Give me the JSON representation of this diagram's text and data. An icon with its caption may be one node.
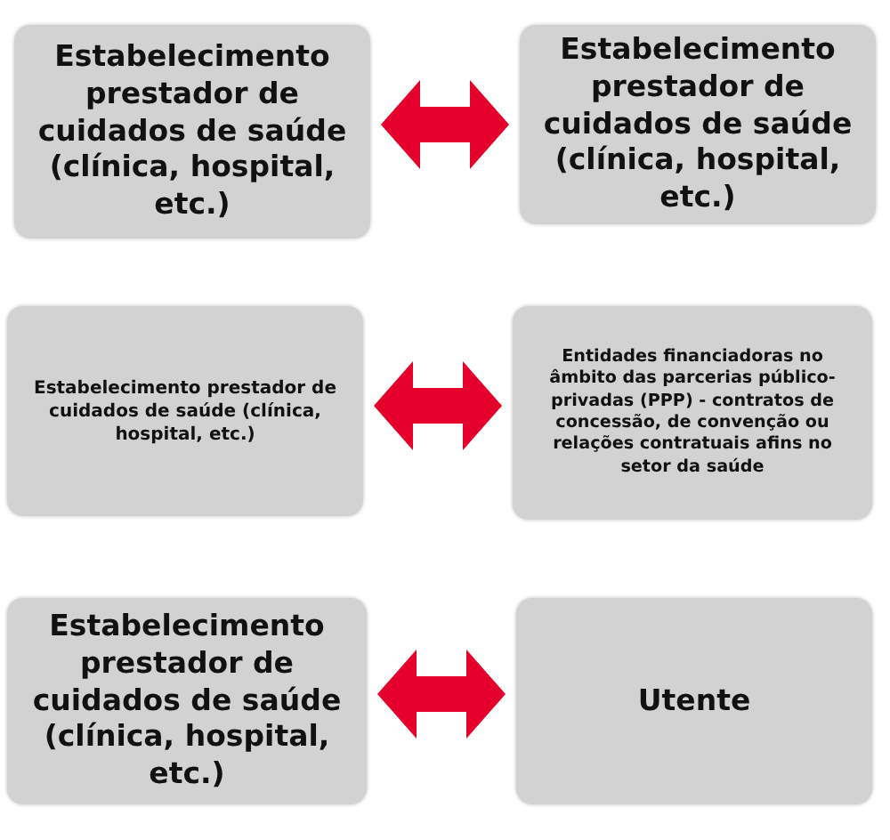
{
  "diagram": {
    "nodes": [
      {
        "text": [
          "Estabelecimento prestador de cuidados de saúde (clínica, hospital, etc.)"
        ]
      },
      {
        "text": [
          "Estabelecimento prestador de cuidados de saúde (clínica, hospital, etc.)"
        ]
      },
      {
        "text": [
          "Estabelecimento prestador de cuidados de saúde (clínica, hospital, etc.)"
        ]
      },
      {
        "text": [
          "Entidades financiadoras no âmbito das parcerias público-privadas (PPP) - contratos de concessão, de convenção ou relações contratuais afins no setor da saúde"
        ]
      },
      {
        "text": [
          "Estabelecimento prestador de cuidados de saúde (clínica, hospital, etc.)"
        ]
      },
      {
        "text": [
          "Utente"
        ]
      }
    ],
    "edges": [
      {
        "from": 0,
        "to": 1,
        "arrow": "both"
      },
      {
        "from": 2,
        "to": 3,
        "arrow": "both"
      },
      {
        "from": 4,
        "to": 5,
        "arrow": "both"
      }
    ]
  }
}
